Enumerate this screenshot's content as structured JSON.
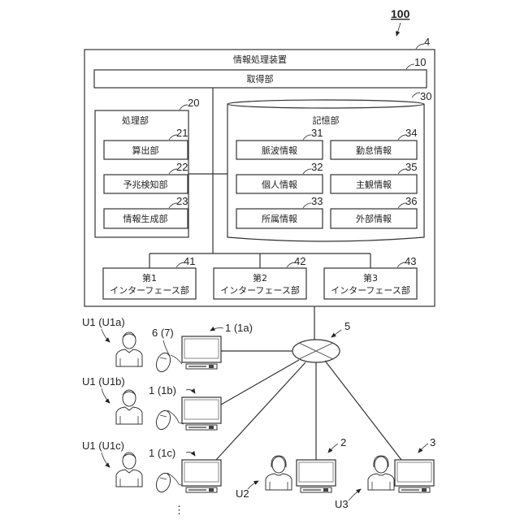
{
  "system_ref": "100",
  "device": {
    "ref": "4",
    "title": "情報処理装置",
    "acquisition": {
      "ref": "10",
      "label": "取得部"
    },
    "processing": {
      "ref": "20",
      "label": "処理部",
      "units": [
        {
          "ref": "21",
          "label": "算出部"
        },
        {
          "ref": "22",
          "label": "予兆検知部"
        },
        {
          "ref": "23",
          "label": "情報生成部"
        }
      ]
    },
    "storage": {
      "ref": "30",
      "label": "記憶部",
      "items": [
        {
          "ref": "31",
          "label": "脈波情報"
        },
        {
          "ref": "32",
          "label": "個人情報"
        },
        {
          "ref": "33",
          "label": "所属情報"
        },
        {
          "ref": "34",
          "label": "勤怠情報"
        },
        {
          "ref": "35",
          "label": "主観情報"
        },
        {
          "ref": "36",
          "label": "外部情報"
        }
      ]
    },
    "interfaces": [
      {
        "ref": "41",
        "line1": "第1",
        "line2": "インターフェース部"
      },
      {
        "ref": "42",
        "line1": "第2",
        "line2": "インターフェース部"
      },
      {
        "ref": "43",
        "line1": "第3",
        "line2": "インターフェース部"
      }
    ]
  },
  "network": {
    "ref": "5"
  },
  "users": [
    {
      "label": "U1 (U1a)",
      "terminal": "1 (1a)",
      "sensor": "6 (7)"
    },
    {
      "label": "U1 (U1b)",
      "terminal": "1 (1b)"
    },
    {
      "label": "U1 (U1c)",
      "terminal": "1 (1c)"
    }
  ],
  "admin_terminals": [
    {
      "user": "U2",
      "terminal": "2"
    },
    {
      "user": "U3",
      "terminal": "3"
    }
  ],
  "continuation": "⋮"
}
